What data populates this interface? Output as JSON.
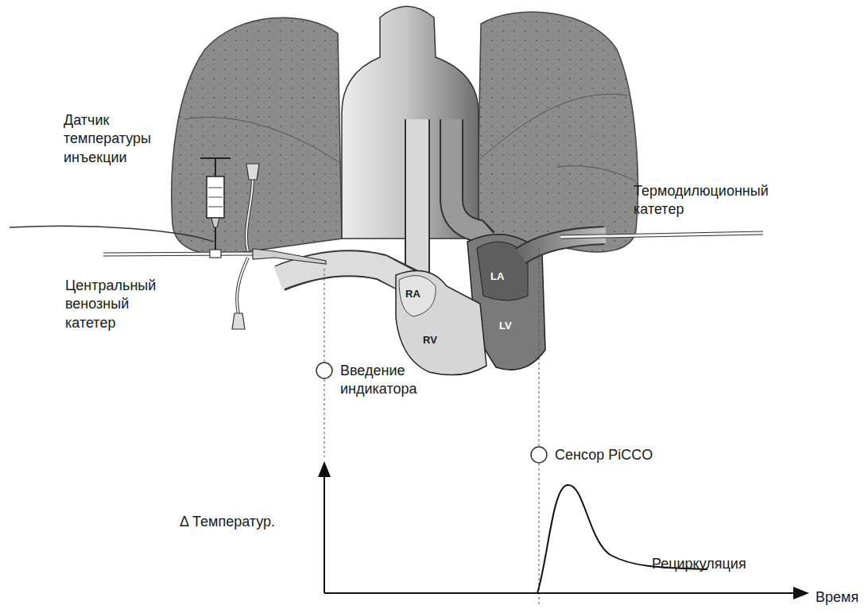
{
  "diagram": {
    "labels": [
      "Датчик температуры инъекции",
      "Термодилюционный катетер",
      "Центральный венозный катетер",
      "RA",
      "LA",
      "RV",
      "LV",
      "Введение индикатора",
      "Сенсор PiCCO",
      "Δ Температур.",
      "Рециркуляция",
      "Время"
    ]
  }
}
